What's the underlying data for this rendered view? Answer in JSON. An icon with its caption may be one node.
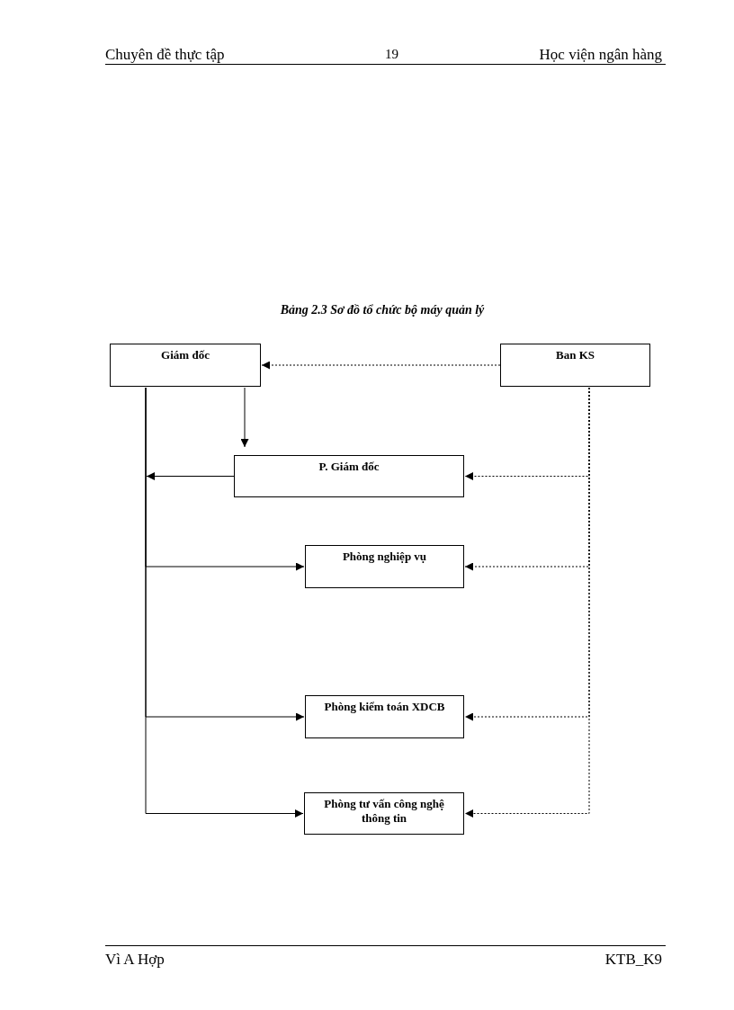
{
  "diagram": {
    "title": "Bảng 2.3 Sơ đồ tổ chức bộ máy quản lý",
    "nodes": [
      {
        "text": [
          "Giám đốc"
        ]
      },
      {
        "text": [
          "Ban KS"
        ]
      },
      {
        "text": [
          "P. Giám đốc"
        ]
      },
      {
        "text": [
          "Phòng nghiệp vụ"
        ]
      },
      {
        "text": [
          "Phòng kiểm toán XDCB"
        ]
      },
      {
        "text": [
          "Phòng tư vấn công nghệ thông tin"
        ]
      }
    ],
    "edges": [
      {
        "from": 1,
        "to": 0,
        "arrow": "to",
        "style": "dashed"
      },
      {
        "from": 0,
        "to": 2,
        "arrow": "to"
      },
      {
        "from": 2,
        "to": null,
        "arrow": "to"
      },
      {
        "from": 0,
        "to": 3,
        "arrow": "to"
      },
      {
        "from": 0,
        "to": 4,
        "arrow": "to"
      },
      {
        "from": 0,
        "to": 5,
        "arrow": "to"
      },
      {
        "from": 1,
        "to": 2,
        "arrow": "to",
        "style": "dashed"
      },
      {
        "from": 1,
        "to": 3,
        "arrow": "to",
        "style": "dashed"
      },
      {
        "from": 1,
        "to": 4,
        "arrow": "to",
        "style": "dashed"
      },
      {
        "from": 1,
        "to": 5,
        "arrow": "to",
        "style": "dashed"
      }
    ],
    "labels": [
      "Chuyên đề thực tập",
      "19",
      "Học viện ngân hàng",
      "Vì A Hợp",
      "KTB_K9"
    ]
  }
}
